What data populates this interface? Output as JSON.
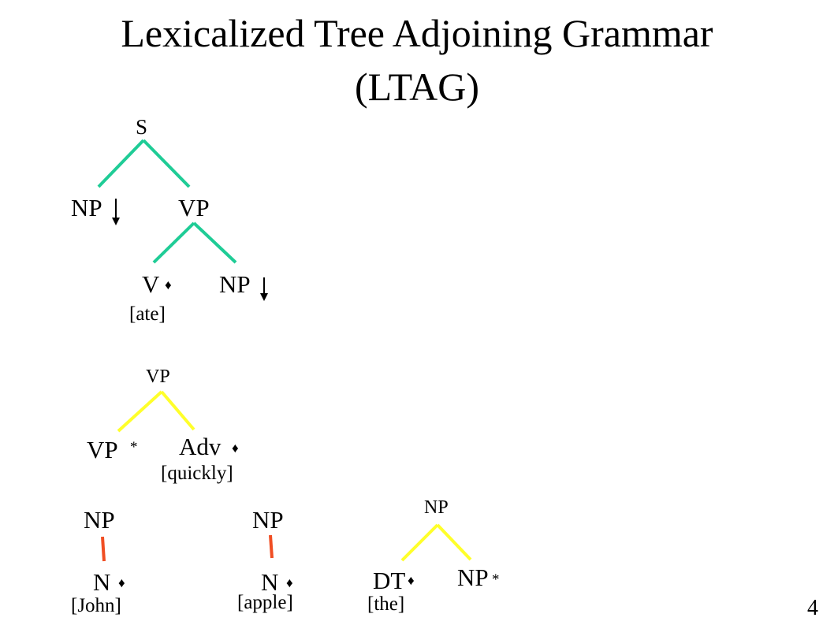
{
  "title": {
    "line1": "Lexicalized Tree Adjoining Grammar",
    "line2": "(LTAG)"
  },
  "colors": {
    "initial_tree_edges": "#1fcc96",
    "auxiliary_tree_edges": "#ffff2a",
    "np_n_edges": "#f04e23",
    "text": "#000000"
  },
  "symbols": {
    "anchor_marker": "♦",
    "foot_marker": "*"
  },
  "tree_ate": {
    "root": "S",
    "subject": "NP",
    "vp": "VP",
    "verb": "V",
    "object": "NP",
    "lexeme": "[ate]"
  },
  "tree_quickly": {
    "root": "VP",
    "foot": "VP",
    "adverb": "Adv",
    "lexeme": "[quickly]"
  },
  "tree_john": {
    "root": "NP",
    "noun": "N",
    "lexeme": "[John]"
  },
  "tree_apple": {
    "root": "NP",
    "noun": "N",
    "lexeme": "[apple]"
  },
  "tree_the": {
    "root": "NP",
    "determiner": "DT",
    "foot": "NP",
    "lexeme": "[the]"
  },
  "page_number": "4"
}
